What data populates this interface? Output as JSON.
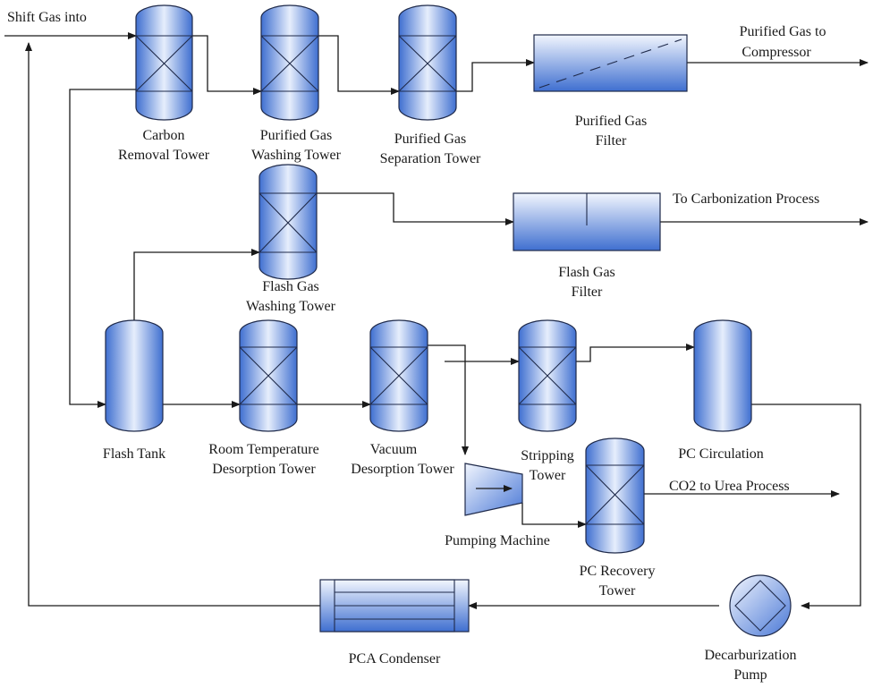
{
  "labels": {
    "shift_gas": "Shift Gas into",
    "purified_gas_to": "Purified Gas to",
    "compressor": "Compressor",
    "carbon_removal_1": "Carbon",
    "carbon_removal_2": "Removal Tower",
    "washing_1": "Purified Gas",
    "washing_2": "Washing Tower",
    "separation_1": "Purified Gas",
    "separation_2": "Separation Tower",
    "filter_1": "Purified Gas",
    "filter_2": "Filter",
    "to_carbonization": "To Carbonization Process",
    "flash_gas_filter_1": "Flash Gas",
    "flash_gas_filter_2": "Filter",
    "flash_washing_1": "Flash Gas",
    "flash_washing_2": "Washing Tower",
    "flash_tank": "Flash Tank",
    "room_temp_1": "Room Temperature",
    "room_temp_2": "Desorption Tower",
    "vacuum_1": "Vacuum",
    "vacuum_2": "Desorption Tower",
    "stripping_1": "Stripping",
    "stripping_2": "Tower",
    "pc_circulation": "PC Circulation",
    "co2_urea": "CO2 to Urea Process",
    "pumping_machine": "Pumping Machine",
    "pc_recovery_1": "PC Recovery",
    "pc_recovery_2": "Tower",
    "pca_condenser": "PCA Condenser",
    "decarb_1": "Decarburization",
    "decarb_2": "Pump"
  },
  "colors": {
    "vessel_light": "#e6eefc",
    "vessel_dark": "#3f6fd0",
    "outline": "#1f2a4a",
    "line": "#1a1a1a"
  }
}
